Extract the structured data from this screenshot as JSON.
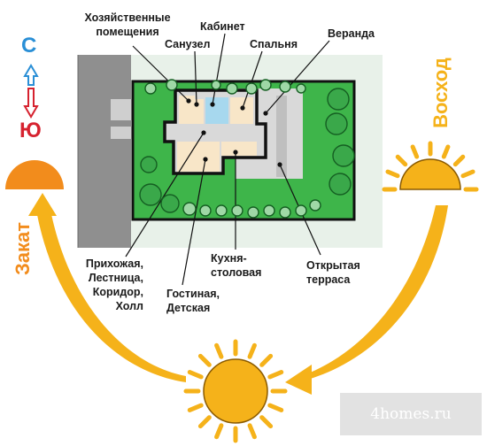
{
  "compass": {
    "north": "С",
    "south": "Ю",
    "north_color": "#2a8fd6",
    "south_color": "#d6222f"
  },
  "sun": {
    "sunset": "Закат",
    "sunrise": "Восход",
    "sunset_color": "#f28c1c",
    "sunrise_color": "#f5b21a",
    "arc_color": "#f5b21a"
  },
  "rooms": {
    "utility": [
      "Хозяйственные",
      "помещения"
    ],
    "bathroom": "Санузел",
    "study": "Кабинет",
    "bedroom": "Спальня",
    "veranda": "Веранда",
    "hall": [
      "Прихожая,",
      "Лестница,",
      "Коридор,",
      "Холл"
    ],
    "living": [
      "Гостиная,",
      "Детская"
    ],
    "kitchen": [
      "Кухня-",
      "столовая"
    ],
    "terrace": [
      "Открытая",
      "терраса"
    ]
  },
  "colors": {
    "lawn": "#3eb54a",
    "plot": "#e8f1e9",
    "road": "#8f8f8f",
    "study_room": "#a7d8ee",
    "warm_room": "#f8e6c8",
    "floor": "#d9d9d9",
    "tree": "#3aa84a"
  },
  "watermark": "4homes.ru"
}
